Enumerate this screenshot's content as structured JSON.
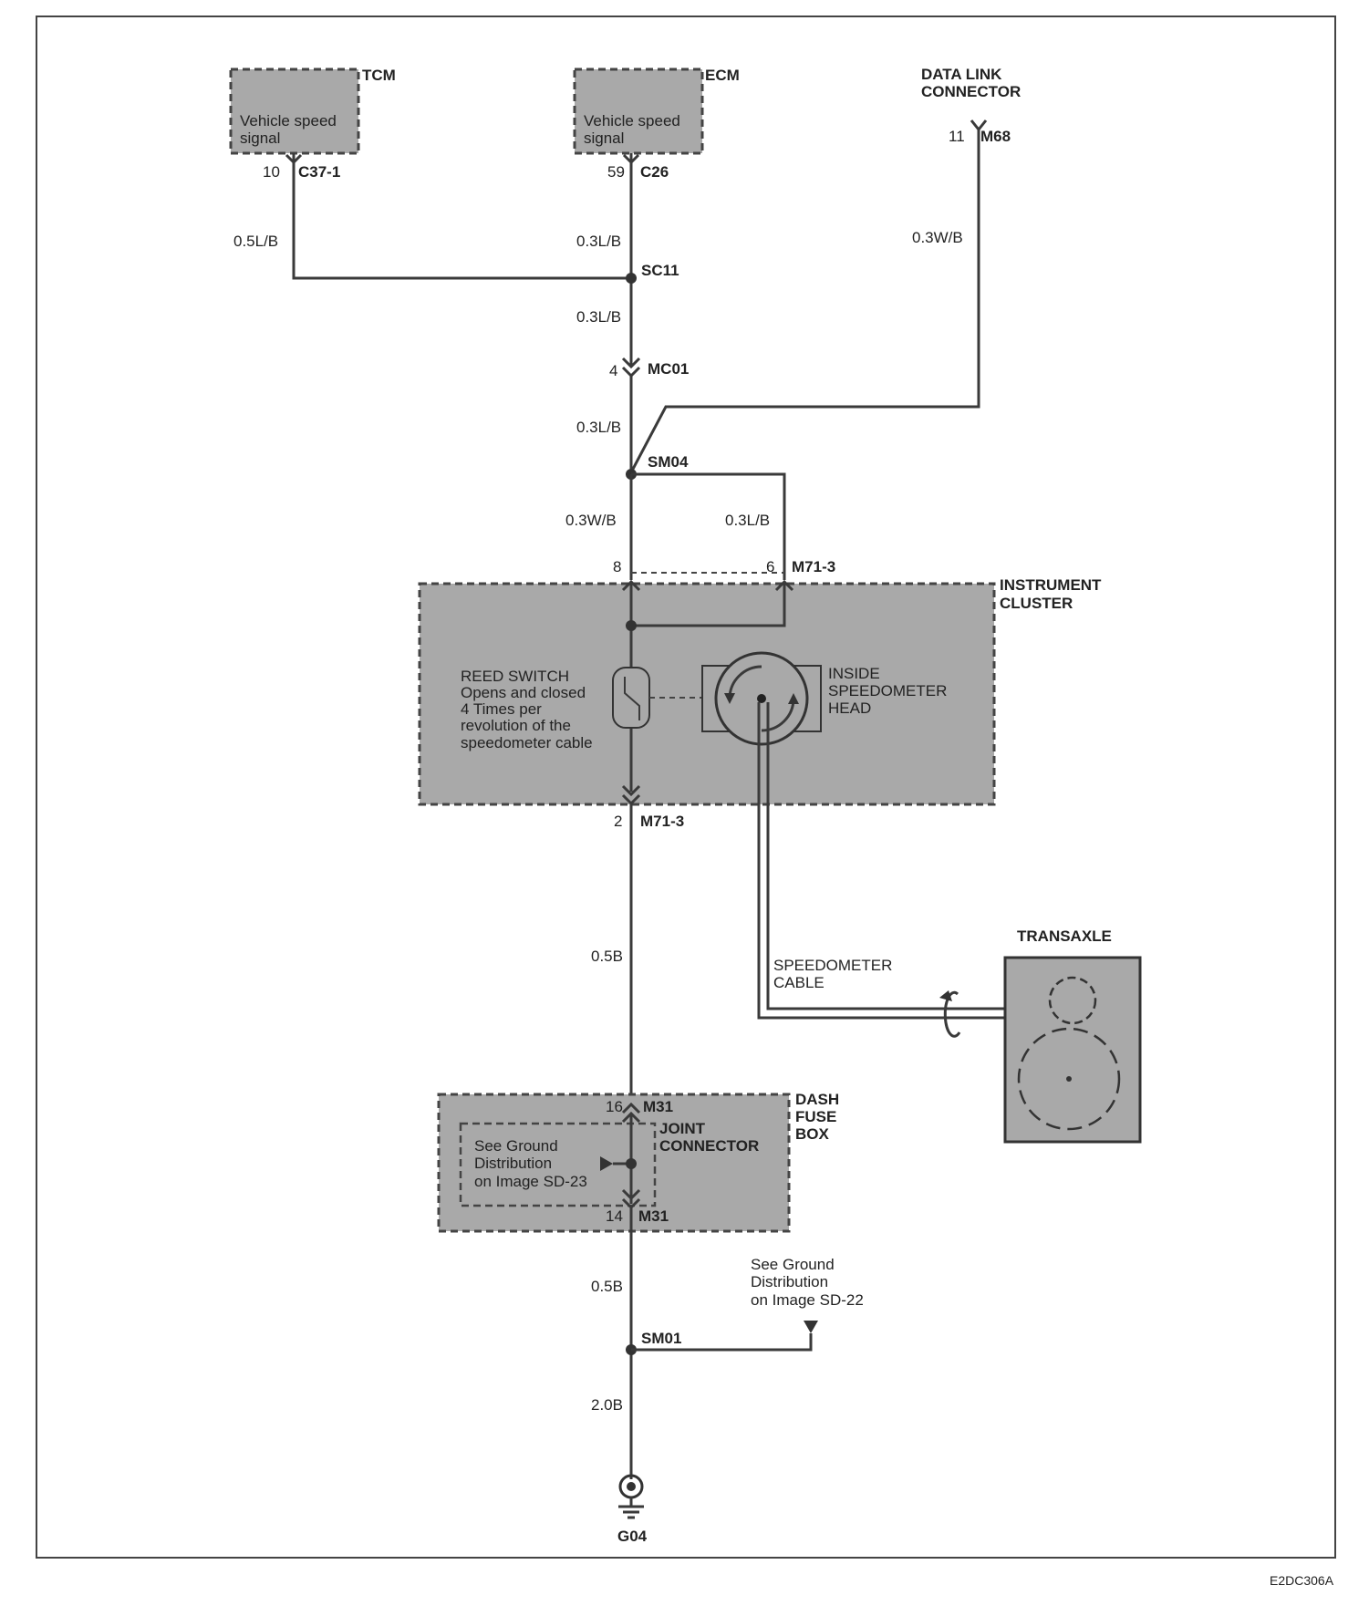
{
  "components": {
    "tcm": {
      "name": "TCM",
      "inner": [
        "Vehicle speed",
        "signal"
      ],
      "pin": "10",
      "connector": "C37-1"
    },
    "ecm": {
      "name": "ECM",
      "inner": [
        "Vehicle speed",
        "signal"
      ],
      "pin": "59",
      "connector": "C26"
    },
    "dlc": {
      "name": [
        "DATA LINK",
        "CONNECTOR"
      ],
      "pin": "11",
      "connector": "M68"
    },
    "instrument_cluster": {
      "name": [
        "INSTRUMENT",
        "CLUSTER"
      ]
    },
    "reed_switch": {
      "lines": [
        "REED SWITCH",
        "Opens and closed",
        "4 Times per",
        "revolution of the",
        "speedometer cable"
      ]
    },
    "speedometer_head": {
      "lines": [
        "INSIDE",
        "SPEEDOMETER",
        "HEAD"
      ]
    },
    "transaxle": {
      "name": "TRANSAXLE"
    },
    "speedometer_cable": {
      "lines": [
        "SPEEDOMETER",
        "CABLE"
      ]
    },
    "dash_fuse_box": {
      "name": [
        "DASH",
        "FUSE",
        "BOX"
      ]
    },
    "joint_connector": {
      "name": [
        "JOINT",
        "CONNECTOR"
      ]
    },
    "ground_ref_sd23": {
      "lines": [
        "See Ground",
        "Distribution",
        "on Image SD-23"
      ]
    },
    "ground_ref_sd22": {
      "lines": [
        "See Ground",
        "Distribution",
        "on Image SD-22"
      ]
    },
    "ground": {
      "name": "G04"
    }
  },
  "wires": {
    "tcm_wire": "0.5L/B",
    "ecm_wire": "0.3L/B",
    "dlc_wire": "0.3W/B",
    "sc11_to_mc01": "0.3L/B",
    "mc01_to_sm04": "0.3L/B",
    "sm04_left": "0.3W/B",
    "sm04_right": "0.3L/B",
    "m71_to_m31": "0.5B",
    "m31_to_sm01": "0.5B",
    "sm01_to_ground": "2.0B"
  },
  "splices": {
    "sc11": "SC11",
    "sm04": "SM04",
    "sm01": "SM01"
  },
  "connectors": {
    "mc01": {
      "pin": "4",
      "name": "MC01"
    },
    "m71_top_left": {
      "pin": "8"
    },
    "m71_top_right": {
      "pin": "6",
      "name": "M71-3"
    },
    "m71_bottom": {
      "pin": "2",
      "name": "M71-3"
    },
    "m31_top": {
      "pin": "16",
      "name": "M31"
    },
    "m31_bottom": {
      "pin": "14",
      "name": "M31"
    }
  },
  "figure_code": "E2DC306A"
}
